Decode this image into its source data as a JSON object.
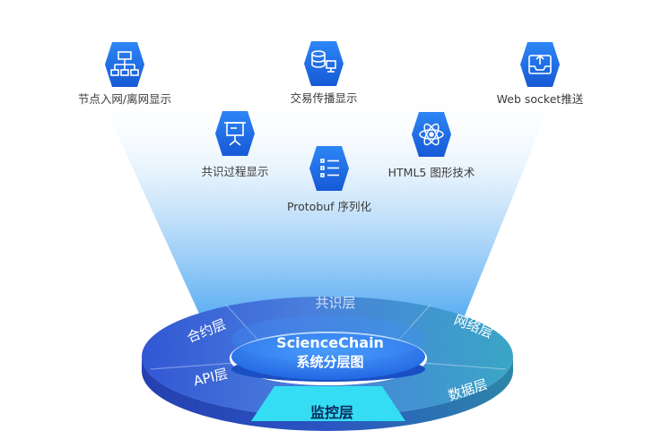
{
  "features": [
    {
      "label": "节点入网/离网显示",
      "icon": "network-topology-icon"
    },
    {
      "label": "交易传播显示",
      "icon": "database-transfer-icon"
    },
    {
      "label": "Web socket推送",
      "icon": "inbox-upload-icon"
    },
    {
      "label": "共识过程显示",
      "icon": "presentation-board-icon"
    },
    {
      "label": "Protobuf 序列化",
      "icon": "list-icon"
    },
    {
      "label": "HTML5 图形技术",
      "icon": "atom-icon"
    }
  ],
  "core": {
    "line1": "ScienceChain",
    "line2": "系统分层图"
  },
  "layers": {
    "consensus": "共识层",
    "contract": "合约层",
    "network": "网络层",
    "api": "API层",
    "data": "数据层",
    "monitor": "监控层"
  },
  "colors": {
    "hex": "#1a6fe8",
    "ring_dark": "#2f58cf",
    "ring_teal": "#3ba3c4",
    "monitor": "#32ddf2",
    "core": "#2a7cf0"
  }
}
